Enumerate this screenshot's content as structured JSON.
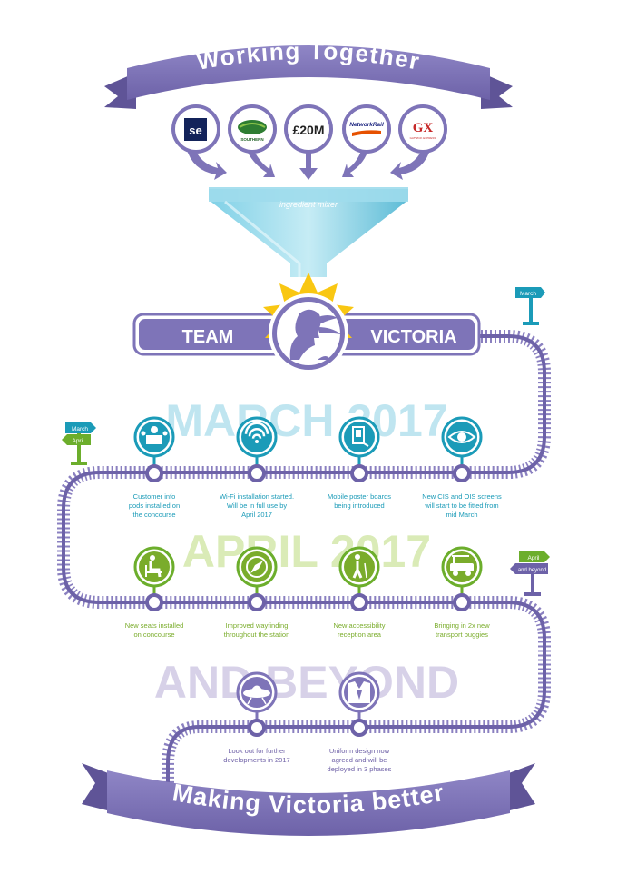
{
  "header": {
    "title": "Working Together"
  },
  "partners": [
    {
      "name": "se-logo",
      "text": "se"
    },
    {
      "name": "southern-logo",
      "text": "SOUTHERN"
    },
    {
      "name": "funding-badge",
      "text": "£20M"
    },
    {
      "name": "network-rail-logo",
      "text": "NetworkRail"
    },
    {
      "name": "gatwick-express-logo",
      "text": "GX",
      "sub": "GATWICK EXPRESS"
    }
  ],
  "funnel": {
    "label": "ingredient mixer"
  },
  "team": {
    "left": "TEAM",
    "right": "VICTORIA"
  },
  "sections": [
    {
      "title": "MARCH 2017",
      "color": "#b9e3ef"
    },
    {
      "title": "APRIL 2017",
      "color": "#d6e9b0"
    },
    {
      "title": "AND BEYOND",
      "color": "#d3cde6"
    }
  ],
  "signposts": {
    "top_right": [
      "March"
    ],
    "left": [
      "March",
      "April"
    ],
    "right": [
      "April",
      "...and beyond"
    ]
  },
  "stops": {
    "march": [
      {
        "icon": "info-desk-icon",
        "lines": [
          "Customer info",
          "pods installed on",
          "the concourse"
        ]
      },
      {
        "icon": "wifi-icon",
        "lines": [
          "Wi-Fi installation started.",
          "Will be in full use by",
          "April 2017"
        ]
      },
      {
        "icon": "poster-board-icon",
        "lines": [
          "Mobile poster boards",
          "being introduced"
        ]
      },
      {
        "icon": "eye-icon",
        "lines": [
          "New CIS and OIS screens",
          "will start to be fitted from",
          "mid March"
        ]
      }
    ],
    "april": [
      {
        "icon": "seat-icon",
        "lines": [
          "New seats installed",
          "on concourse"
        ]
      },
      {
        "icon": "compass-icon",
        "lines": [
          "Improved wayfinding",
          "throughout the station"
        ]
      },
      {
        "icon": "accessibility-icon",
        "lines": [
          "New accessibility",
          "reception area"
        ]
      },
      {
        "icon": "buggy-icon",
        "lines": [
          "Bringing in 2x new",
          "transport buggies"
        ]
      }
    ],
    "beyond": [
      {
        "icon": "ufo-icon",
        "lines": [
          "Look out for further",
          "developments in 2017"
        ]
      },
      {
        "icon": "uniform-icon",
        "lines": [
          "Uniform design now",
          "agreed and will be",
          "deployed in 3 phases"
        ]
      }
    ]
  },
  "footer": {
    "title": "Making Victoria better"
  },
  "colors": {
    "purple": "#7e74b8",
    "purple_dark": "#5f5497",
    "teal": "#1b9bb8",
    "green": "#7aac2b",
    "track": "#8a80c0"
  }
}
